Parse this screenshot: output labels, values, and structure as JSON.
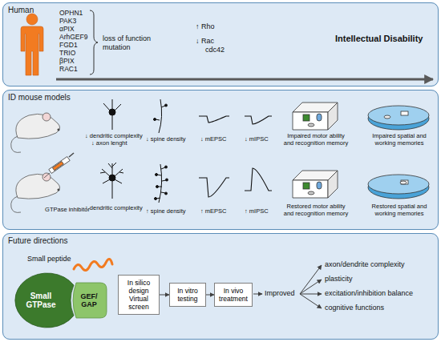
{
  "diagram": {
    "nodes": [
      {
        "text": [
          "Human"
        ]
      },
      {
        "text": [
          "ID mouse models"
        ]
      },
      {
        "text": [
          "Future directions"
        ]
      },
      {
        "text": [
          "Small GTPase"
        ],
        "in": 2
      },
      {
        "text": [
          "GEF/ GAP"
        ],
        "in": 2
      },
      {
        "text": [
          "In silico design Virtual screen"
        ],
        "in": 2
      },
      {
        "text": [
          "In vitro testing"
        ],
        "in": 2
      },
      {
        "text": [
          "In vivo treatment"
        ],
        "in": 2
      }
    ],
    "edges": [
      {
        "from": 5,
        "to": 6,
        "arrow": "to"
      },
      {
        "from": 6,
        "to": 7,
        "arrow": "to"
      }
    ],
    "labels": [
      "OPHN1",
      "PAK3",
      "αPIX",
      "ArhGEF9",
      "FGD1",
      "TRIO",
      "βPIX",
      "RAC1",
      "loss of function mutation",
      "↑ Rho",
      "↓ Rac",
      "cdc42",
      "Intellectual Disability",
      "↓ dendritic complexity",
      "↓ axon lenght",
      "↓ spine density",
      "↓ mEPSC",
      "↓ mIPSC",
      "Impaired motor ability and recognition memory",
      "Impaired spatial and working memories",
      "GTPase inhibitor",
      "↑ dendritic complexity",
      "↑ spine density",
      "↑ mEPSC",
      "↑ mIPSC",
      "Restored motor ability and recognition memory",
      "Restored spatial and working memories",
      "Small peptide",
      "Improved",
      "axon/dendrite complexity",
      "plasticity",
      "excitation/inhibition balance",
      "cognitive functions"
    ]
  }
}
